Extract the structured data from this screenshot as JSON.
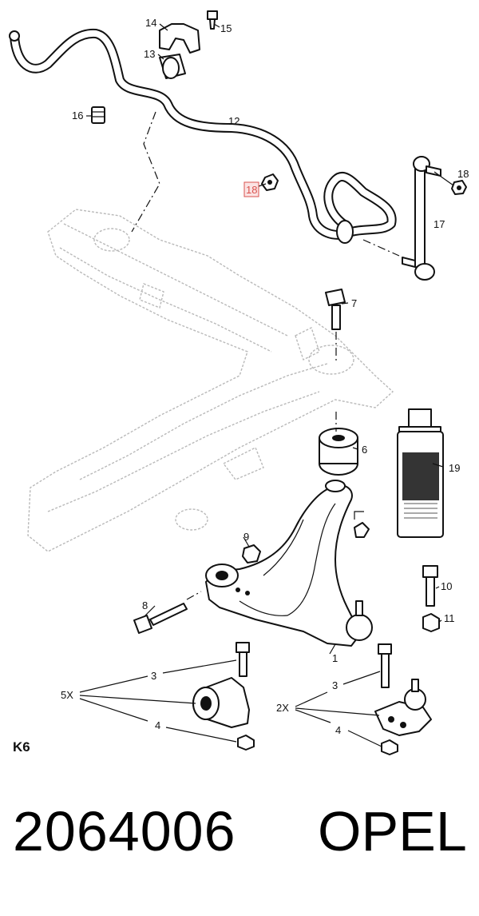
{
  "callouts": {
    "c1": "1",
    "c3a": "3",
    "c3b": "3",
    "c4a": "4",
    "c4b": "4",
    "c5x": "5X",
    "c2x": "2X",
    "c6": "6",
    "c7": "7",
    "c8": "8",
    "c9": "9",
    "c10": "10",
    "c11": "11",
    "c12": "12",
    "c13": "13",
    "c14": "14",
    "c15": "15",
    "c16": "16",
    "c17": "17",
    "c18a": "18",
    "c18b": "18",
    "c19": "19"
  },
  "diagram_code": "K6",
  "part_number": "2064006",
  "brand": "OPEL",
  "highlight_color": "#d9534f"
}
